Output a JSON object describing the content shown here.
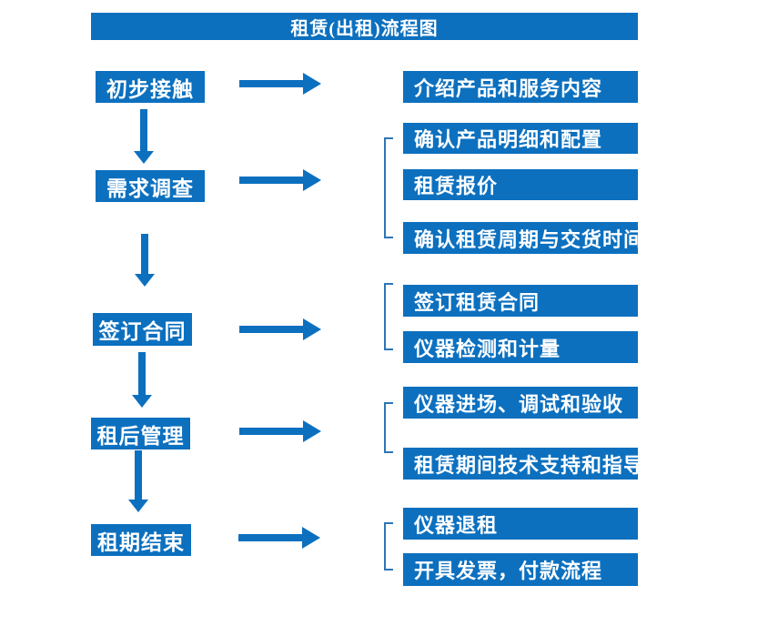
{
  "title": "租赁(出租)流程图",
  "colors": {
    "primary_blue": "#0c70bf",
    "bracket_blue": "#2e75b6",
    "box_text": "#ffffff",
    "background": "#ffffff"
  },
  "left_steps": [
    {
      "label": "初步接触"
    },
    {
      "label": "需求调查"
    },
    {
      "label": "签订合同"
    },
    {
      "label": "租后管理"
    },
    {
      "label": "租期结束"
    }
  ],
  "right_details": [
    {
      "label": "介绍产品和服务内容"
    },
    {
      "label": "确认产品明细和配置"
    },
    {
      "label": "租赁报价"
    },
    {
      "label": "确认租赁周期与交货时间"
    },
    {
      "label": "签订租赁合同"
    },
    {
      "label": "仪器检测和计量"
    },
    {
      "label": "仪器进场、调试和验收"
    },
    {
      "label": "租赁期间技术支持和指导"
    },
    {
      "label": "仪器退租"
    },
    {
      "label": "开具发票，付款流程"
    }
  ]
}
